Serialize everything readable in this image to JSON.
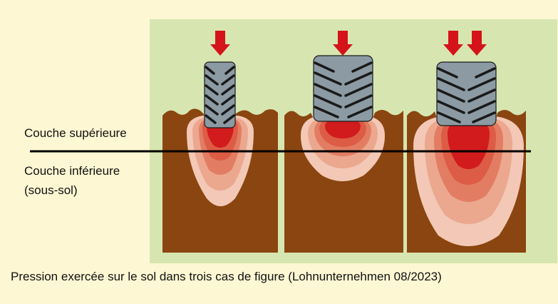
{
  "labels": {
    "topsoil": "Couche supérieure",
    "subsoil_line1": "Couche inférieure",
    "subsoil_line2": "(sous-sol)"
  },
  "caption": "Pression exercée sur le sol dans trois cas de figure (Lohnunternehmen 08/2023)",
  "panels": [
    {
      "name": "narrow-tyre",
      "arrows": 1
    },
    {
      "name": "wide-tyre",
      "arrows": 1
    },
    {
      "name": "wide-tyre-heavy-load",
      "arrows": 2
    }
  ],
  "colors": {
    "background": "#d7e6b0",
    "page": "#fdf7d3",
    "soil": "#8a4510",
    "tyre": "#8c9aa3",
    "tread": "#1a1a1a",
    "arrow": "#d4141a",
    "pressure_zones": [
      "#f3c8b6",
      "#eba88e",
      "#e27d63",
      "#dd5c45",
      "#d11b1d"
    ]
  },
  "icons": [
    "down-arrow-icon",
    "tyre-icon"
  ]
}
